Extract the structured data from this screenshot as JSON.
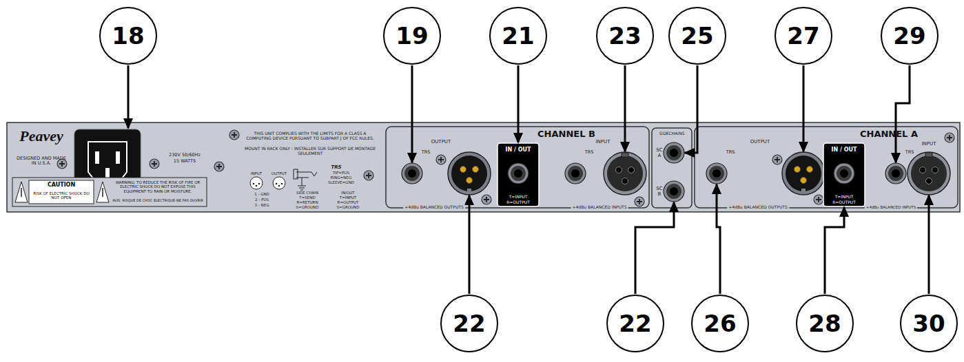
{
  "diagram": {
    "nodes": [
      {
        "text": [
          "18"
        ]
      },
      {
        "text": [
          "19"
        ]
      },
      {
        "text": [
          "21"
        ]
      },
      {
        "text": [
          "23"
        ]
      },
      {
        "text": [
          "25"
        ]
      },
      {
        "text": [
          "27"
        ]
      },
      {
        "text": [
          "29"
        ]
      },
      {
        "text": [
          "22"
        ]
      },
      {
        "text": [
          "22"
        ]
      },
      {
        "text": [
          "26"
        ]
      },
      {
        "text": [
          "28"
        ]
      },
      {
        "text": [
          "30"
        ]
      }
    ],
    "labels": [
      "Peavey",
      "DESIGNED AND MADE IN U.S.A.",
      "CAUTION",
      "RISK OF ELECTRIC SHOCK DO NOT OPEN",
      "WARNING: TO REDUCE THE RISK OF FIRE OR ELECTRIC SHOCK DO NOT EXPOSE THIS EQUIPMENT TO RAIN OR MOISTURE.",
      "AVIS: RISQUE DE CHOC ELECTRIQUE-NE PAS OUVRIR",
      "230V 50/60Hz",
      "15 WATTS",
      "THIS UNIT COMPLIES WITH THE LIMITS FOR A CLASS A COMPUTING DEVICE PURSUANT TO SUBPART J OF FCC RULES.",
      "MOUNT IN RACK ONLY - INSTALLER SUR SUPPORT DE MONTAGE SEULEMENT",
      "INPUT",
      "OUTPUT",
      "1 - GND",
      "2 - POS",
      "3 - NEG",
      "TRS",
      "TIP=POS",
      "RING=NEG",
      "SLEEVE=GND",
      "SIDE CHAIN",
      "T=SEND",
      "R=RETURN",
      "S=GROUND",
      "IN/OUT",
      "T=INPUT",
      "R=OUTPUT",
      "S=GROUND",
      "OUTPUT",
      "CHANNEL B",
      "TRS",
      "IN / OUT",
      "T=INPUT",
      "R=OUTPUT",
      "TRS",
      "INPUT",
      "+4dBu BALANCED OUTPUTS",
      "+4dBu BALANCED INPUTS",
      "SIDECHAINS",
      "SC A",
      "SC B",
      "CHANNEL A",
      "TRS",
      "OUTPUT",
      "IN / OUT",
      "T=INPUT",
      "R=OUTPUT",
      "TRS",
      "INPUT",
      "+4dBu BALANCED OUTPUTS",
      "+4dBu BALANCED INPUTS"
    ]
  }
}
